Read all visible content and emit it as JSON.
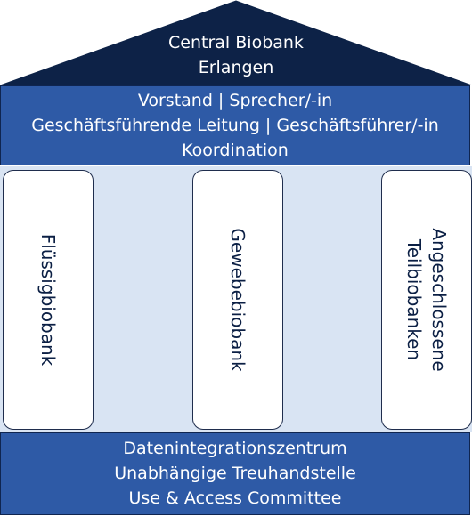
{
  "roof": {
    "line1": "Central Biobank",
    "line2": "Erlangen"
  },
  "governance": {
    "line1": "Vorstand | Sprecher/-in",
    "line2": "Geschäftsführende Leitung | Geschäftsführer/-in",
    "line3": "Koordination"
  },
  "pillars": [
    {
      "lines": [
        "Flüssigbiobank"
      ]
    },
    {
      "lines": [
        "Gewebebiobank"
      ]
    },
    {
      "lines": [
        "Angeschlossene",
        "Teilbiobanken"
      ]
    }
  ],
  "foundation": {
    "line1": "Datenintegrationszentrum",
    "line2": "Unabhängige Treuhandstelle",
    "line3": "Use & Access Committee"
  },
  "colors": {
    "roof": "#0d2247",
    "band": "#2e5aa6",
    "hall": "#d9e4f3",
    "pillar": "#ffffff",
    "text_dark": "#0b1f44"
  }
}
